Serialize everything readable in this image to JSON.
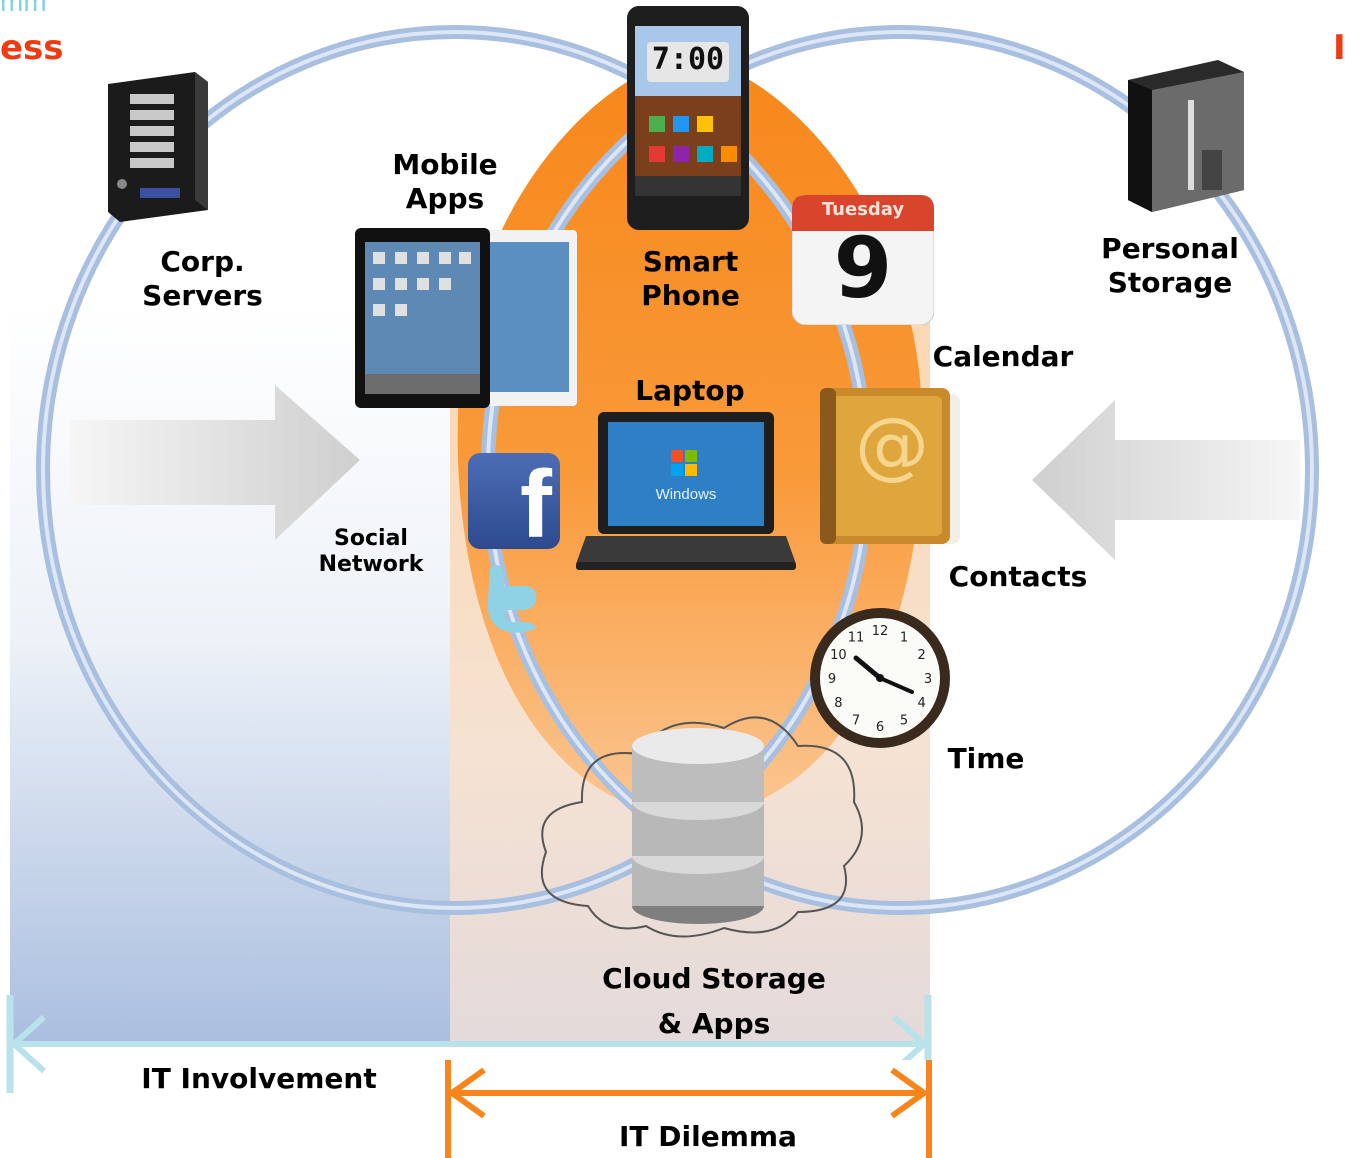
{
  "header": {
    "left_partial_top": "mm",
    "left_partial": "ess",
    "right_partial": "I"
  },
  "labels": {
    "corp_servers": "Corp.\nServers",
    "mobile_apps": "Mobile\nApps",
    "smart_phone": "Smart\nPhone",
    "personal_storage": "Personal\nStorage",
    "calendar": "Calendar",
    "laptop": "Laptop",
    "social_network": "Social\nNetwork",
    "contacts": "Contacts",
    "time": "Time",
    "cloud_storage": "Cloud Storage\n& Apps",
    "it_involvement": "IT Involvement",
    "it_dilemma": "IT Dilemma"
  },
  "icons": {
    "phone_time": "7:00",
    "calendar_day": "Tuesday",
    "calendar_date": "9",
    "laptop_os": "Windows",
    "facebook": "f",
    "contacts_symbol": "@",
    "clock_numbers": [
      "12",
      "1",
      "2",
      "3",
      "4",
      "5",
      "6",
      "7",
      "8",
      "9",
      "10",
      "11"
    ]
  },
  "colors": {
    "accent_red": "#f03a12",
    "orange": "#f7941d",
    "ring": "#a9bfe0",
    "it_arrow": "#b9e2ea",
    "dilemma_arrow": "#f7851c"
  }
}
